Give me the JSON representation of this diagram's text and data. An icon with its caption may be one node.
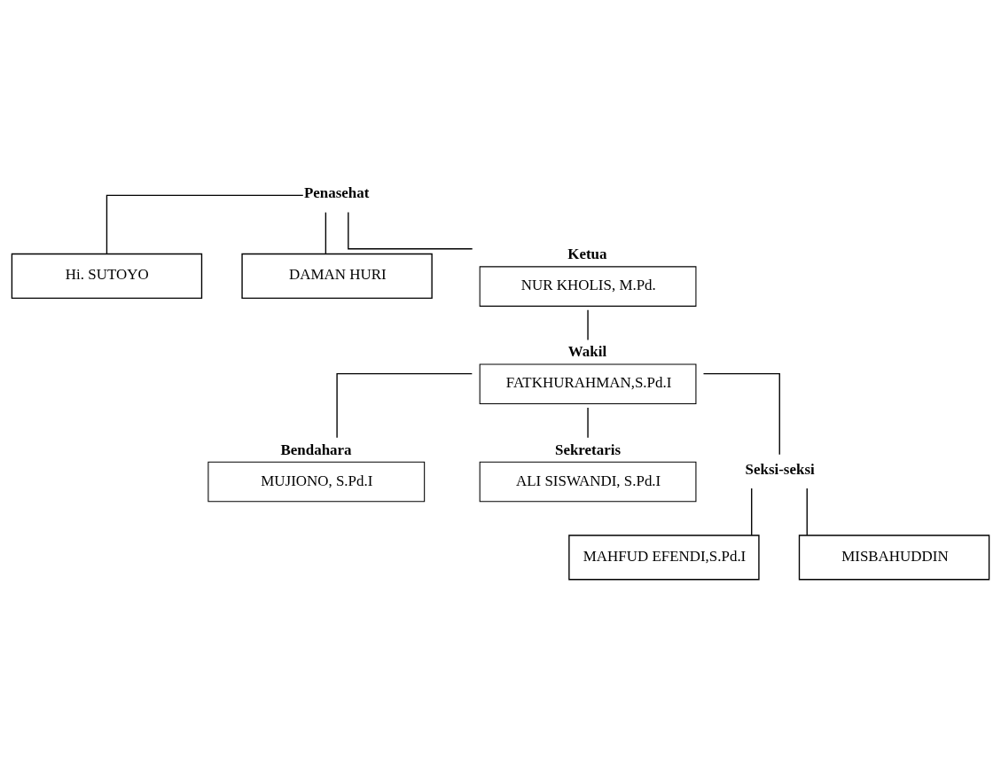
{
  "diagram": {
    "nodes": [
      {
        "text": [
          "Penasehat"
        ]
      },
      {
        "text": [
          "Hi. SUTOYO"
        ]
      },
      {
        "text": [
          "DAMAN HURI"
        ]
      },
      {
        "text": [
          "Ketua",
          "NUR KHOLIS, M.Pd."
        ]
      },
      {
        "text": [
          "Wakil",
          "FATKHURAHMAN,S.Pd.I"
        ]
      },
      {
        "text": [
          "Bendahara",
          "MUJIONO, S.Pd.I"
        ]
      },
      {
        "text": [
          "Sekretaris",
          "ALI SISWANDI, S.Pd.I"
        ]
      },
      {
        "text": [
          "Seksi-seksi"
        ]
      },
      {
        "text": [
          "MAHFUD EFENDI,S.Pd.I"
        ]
      },
      {
        "text": [
          "MISBAHUDDIN"
        ]
      }
    ],
    "edges": [
      {
        "from": 0,
        "to": 1,
        "arrow": "none"
      },
      {
        "from": 0,
        "to": 3,
        "arrow": "none"
      },
      {
        "from": 0,
        "to": 2,
        "arrow": "none"
      },
      {
        "from": 3,
        "to": 4,
        "arrow": "none"
      },
      {
        "from": 4,
        "to": 5,
        "arrow": "none"
      },
      {
        "from": 4,
        "to": 7,
        "arrow": "none"
      },
      {
        "from": 4,
        "to": 6,
        "arrow": "none"
      },
      {
        "from": 7,
        "to": 8,
        "arrow": "none"
      },
      {
        "from": 7,
        "to": 9,
        "arrow": "none"
      }
    ]
  }
}
